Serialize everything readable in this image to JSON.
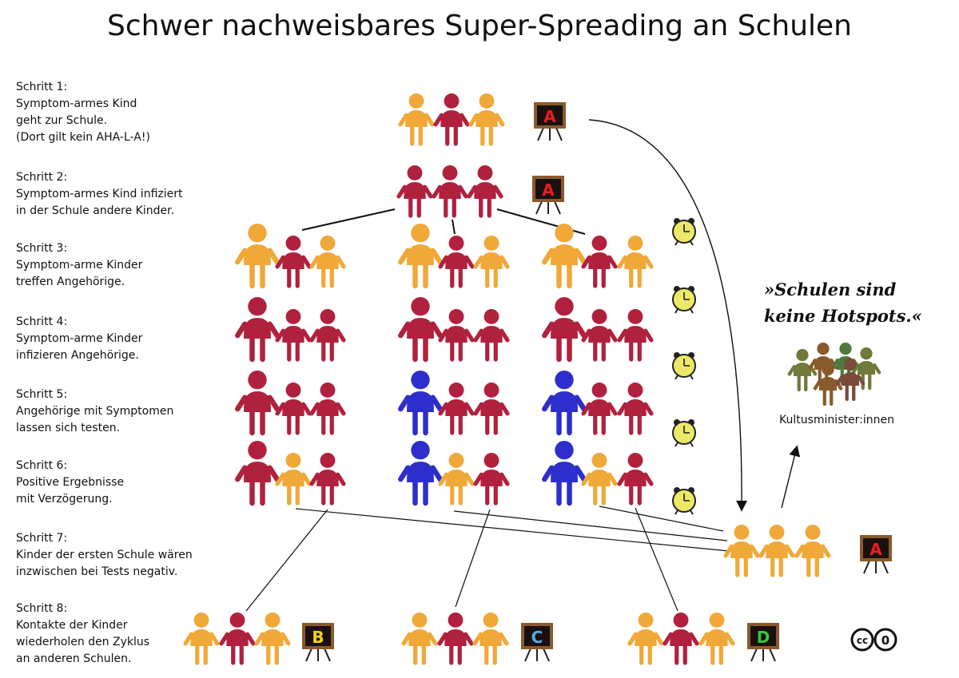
{
  "title": "Schwer nachweisbares Super-Spreading an Schulen",
  "steps": [
    {
      "lines": [
        "Schritt 1:",
        "Symptom-armes Kind",
        "geht zur Schule.",
        "(Dort gilt kein AHA-L-A!)"
      ]
    },
    {
      "lines": [
        "Schritt 2:",
        "Symptom-armes Kind infiziert",
        "in der Schule andere Kinder."
      ]
    },
    {
      "lines": [
        "Schritt 3:",
        "Symptom-arme Kinder",
        "treffen Angehörige."
      ]
    },
    {
      "lines": [
        "Schritt 4:",
        "Symptom-arme Kinder",
        "infizieren Angehörige."
      ]
    },
    {
      "lines": [
        "Schritt 5:",
        "Angehörige mit Symptomen",
        "lassen sich testen."
      ]
    },
    {
      "lines": [
        "Schritt 6:",
        "Positive Ergebnisse",
        "mit Verzögerung."
      ]
    },
    {
      "lines": [
        "Schritt 7:",
        "Kinder der ersten Schule wären",
        "inzwischen bei Tests negativ."
      ]
    },
    {
      "lines": [
        "Schritt 8:",
        "Kontakte der Kinder",
        "wiederholen den Zyklus",
        "an anderen Schulen."
      ]
    }
  ],
  "quote": {
    "line1": "»Schulen sind",
    "line2": "keine Hotspots.«"
  },
  "minister_label": "Kultusminister:innen",
  "schools": [
    {
      "letter": "A",
      "color": "#e8201c"
    },
    {
      "letter": "B",
      "color": "#f2d21a"
    },
    {
      "letter": "C",
      "color": "#55aaee"
    },
    {
      "letter": "D",
      "color": "#3cc43c"
    }
  ],
  "colors": {
    "healthy": "#f0a838",
    "infected": "#b0213e",
    "symptomatic": "#2e2ecc",
    "board_frame": "#8a5a2c",
    "board": "#1a1010",
    "clock": "#ece868",
    "ministers": [
      "#6f7a3b",
      "#8a5a2c",
      "#4f7a3b",
      "#7a4a3a"
    ]
  },
  "license": "cc0"
}
